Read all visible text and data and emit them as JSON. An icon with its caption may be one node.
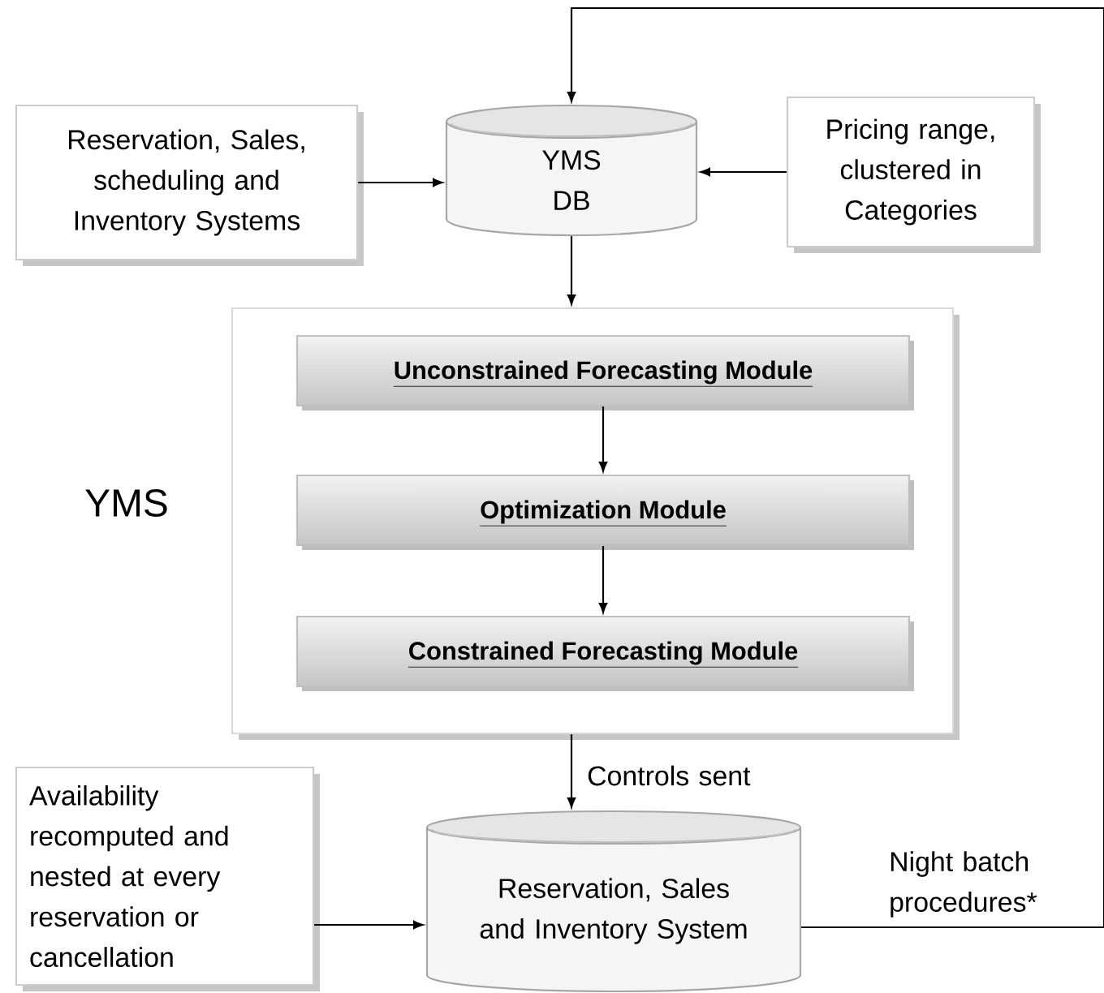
{
  "diagram": {
    "nodes": [
      {
        "text": [
          "Reservation, Sales, scheduling and Inventory Systems"
        ]
      },
      {
        "text": [
          "YMS DB"
        ]
      },
      {
        "text": [
          "Pricing range, clustered in Categories"
        ]
      },
      {
        "text": [
          "YMS"
        ]
      },
      {
        "text": [
          "Unconstrained Forecasting Module"
        ],
        "in": 3
      },
      {
        "text": [
          "Optimization Module"
        ],
        "in": 3
      },
      {
        "text": [
          "Constrained Forecasting Module"
        ],
        "in": 3
      },
      {
        "text": [
          "Availability recomputed and nested at every reservation or cancellation"
        ]
      },
      {
        "text": [
          "Reservation, Sales and Inventory System"
        ]
      }
    ],
    "edges": [
      {
        "from": 8,
        "to": 1,
        "arrow": "to",
        "label": "Night batch procedures*"
      },
      {
        "from": 0,
        "to": 1,
        "arrow": "to"
      },
      {
        "from": 2,
        "to": 1,
        "arrow": "to"
      },
      {
        "from": 1,
        "to": 3,
        "arrow": "to"
      },
      {
        "from": 4,
        "to": 5,
        "arrow": "to"
      },
      {
        "from": 5,
        "to": 6,
        "arrow": "to"
      },
      {
        "from": 3,
        "to": 8,
        "arrow": "to",
        "label": "Controls sent"
      },
      {
        "from": 7,
        "to": 8,
        "arrow": "to"
      }
    ]
  }
}
